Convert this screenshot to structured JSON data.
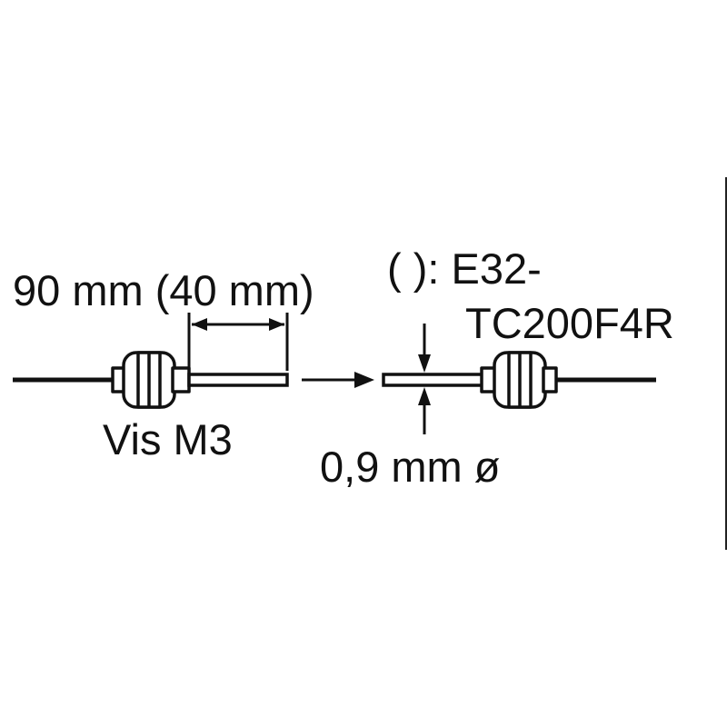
{
  "labels": {
    "fiber_length": "90 mm (40 mm)",
    "note_prefix": "( ): E32-",
    "note_model": "TC200F4R",
    "screw": "Vis M3",
    "fiber_diameter": "0,9 mm ø"
  },
  "colors": {
    "ink": "#111111",
    "background": "#ffffff"
  }
}
